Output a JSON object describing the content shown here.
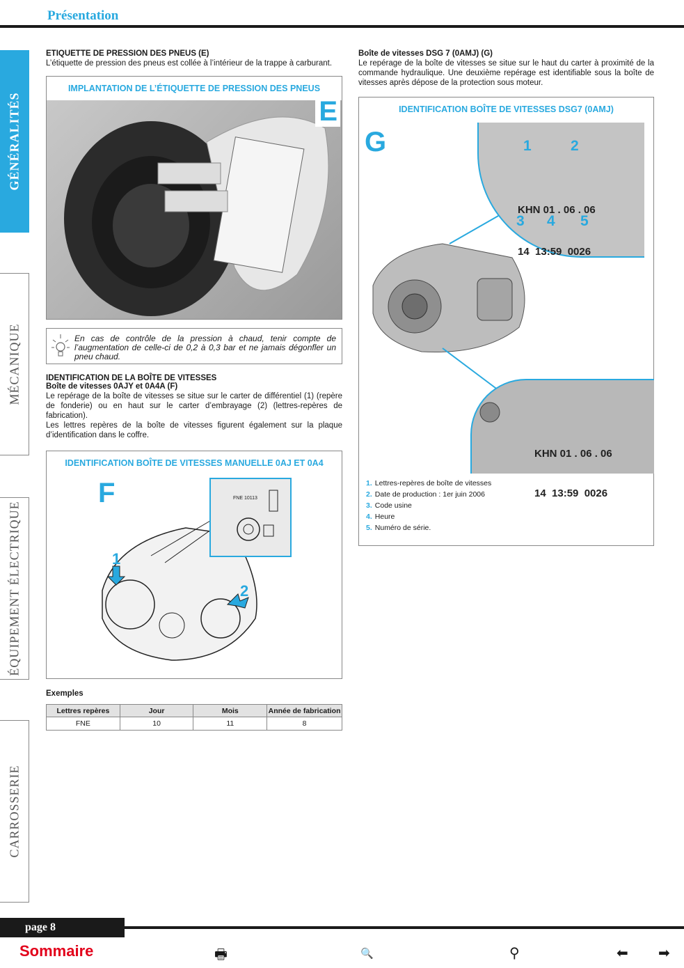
{
  "header": {
    "title": "Présentation"
  },
  "side_tabs": [
    "GÉNÉRALITÉS",
    "MÉCANIQUE",
    "ÉQUIPEMENT ÉLECTRIQUE",
    "CARROSSERIE"
  ],
  "left": {
    "sec1_title": "ETIQUETTE DE PRESSION DES PNEUS (E)",
    "sec1_text": "L’étiquette de pression des pneus est collée à l’intérieur de la trappe à carburant.",
    "fig_e_title": "IMPLANTATION DE L’ÉTIQUETTE DE PRESSION DES PNEUS",
    "fig_e_letter": "E",
    "note": "En cas de contrôle de la pression à chaud, tenir compte de l’augmentation de celle-ci de 0,2 à 0,3 bar et ne jamais dégonfler un pneu chaud.",
    "sec2_title": "IDENTIFICATION DE LA BOÎTE DE VITESSES",
    "sec2_sub": "Boîte de vitesses 0AJY et 0A4A (F)",
    "sec2_p1": "Le repérage de la boîte de vitesses se situe sur le carter de différentiel (1) (repère de fonderie) ou en haut sur le carter d’embrayage (2) (lettres-repères de fabrication).",
    "sec2_p2": "Les lettres repères de la boîte de vitesses figurent également sur la plaque d’identification dans le coffre.",
    "fig_f_title": "IDENTIFICATION BOÎTE DE VITESSES MANUELLE 0AJ ET 0A4",
    "fig_f_letter": "F",
    "fig_f_num1": "1",
    "fig_f_num2": "2",
    "fig_f_plate": "FNE 10113",
    "examples_title": "Exemples",
    "table": {
      "headers": [
        "Lettres repères",
        "Jour",
        "Mois",
        "Année de fabrication"
      ],
      "row": [
        "FNE",
        "10",
        "11",
        "8"
      ]
    }
  },
  "right": {
    "title": "Boîte de vitesses DSG 7 (0AMJ) (G)",
    "text": "Le repérage de la boîte de vitesses se situe sur le haut du carter à proximité de la commande hydraulique. Une deuxième repérage est identifiable sous la boîte de vitesses après dépose de la protection sous moteur.",
    "fig_g_title": "IDENTIFICATION BOÎTE DE VITESSES DSG7 (0AMJ)",
    "fig_g_letter": "G",
    "code_line1": "KHN 01 . 06 . 06",
    "code_line2": "14  13:59  0026",
    "nums": [
      "1",
      "2",
      "3",
      "4",
      "5"
    ],
    "legend": [
      {
        "n": "1.",
        "t": "Lettres-repères de boîte de vitesses"
      },
      {
        "n": "2.",
        "t": "Date de production : 1er juin 2006"
      },
      {
        "n": "3.",
        "t": "Code usine"
      },
      {
        "n": "4.",
        "t": "Heure"
      },
      {
        "n": "5.",
        "t": "Numéro de série."
      }
    ]
  },
  "footer": {
    "page": "page 8",
    "sommaire": "Sommaire"
  }
}
